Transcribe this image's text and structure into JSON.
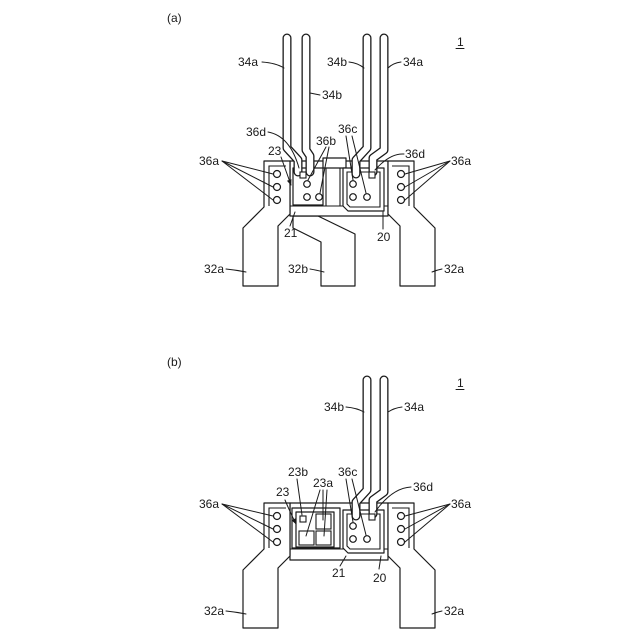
{
  "figure_a": {
    "caption": "(a)",
    "ref": "1",
    "labels": {
      "l34a_left": "34a",
      "l34b_top": "34b",
      "l34a_right": "34a",
      "l34b_mid": "34b",
      "l36d_left": "36d",
      "l23": "23",
      "l36b": "36b",
      "l36c": "36c",
      "l36d_right": "36d",
      "l36a_left": "36a",
      "l36a_right": "36a",
      "l21": "21",
      "l20": "20",
      "l32a_left": "32a",
      "l32b": "32b",
      "l32a_right": "32a"
    }
  },
  "figure_b": {
    "caption": "(b)",
    "ref": "1",
    "labels": {
      "l34b": "34b",
      "l34a": "34a",
      "l23b": "23b",
      "l36c": "36c",
      "l23a": "23a",
      "l23": "23",
      "l36d": "36d",
      "l36a_left": "36a",
      "l36a_right": "36a",
      "l21": "21",
      "l20": "20",
      "l32a_left": "32a",
      "l32a_right": "32a"
    }
  }
}
